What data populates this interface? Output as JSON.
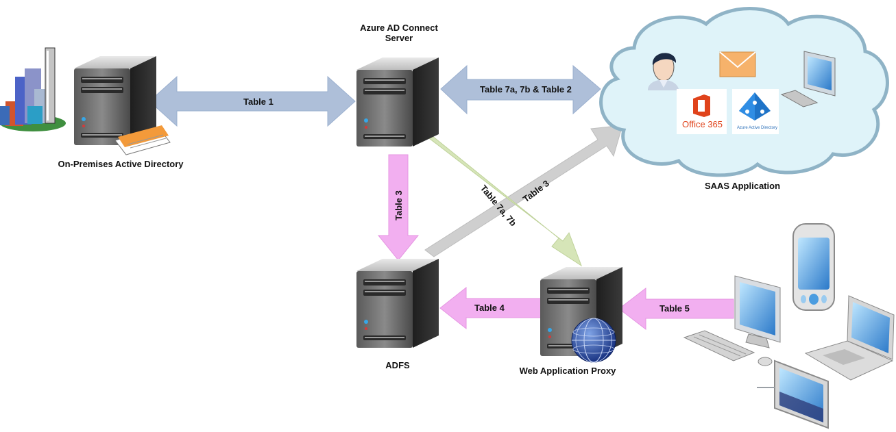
{
  "nodes": {
    "onprem_ad": "On-Premises Active Directory",
    "aad_connect_line1": "Azure AD Connect",
    "aad_connect_line2": "Server",
    "saas": "SAAS Application",
    "adfs": "ADFS",
    "wap": "Web Application Proxy"
  },
  "arrows": {
    "table1": "Table 1",
    "table7ab_2": "Table 7a, 7b & Table 2",
    "table3_down": "Table 3",
    "table7ab": "Table 7a, 7b",
    "table3_diag": "Table 3",
    "table4": "Table 4",
    "table5": "Table 5"
  },
  "cloud_apps": {
    "office365": "Office 365",
    "azure_ad": "Azure Active Directory"
  },
  "icons": [
    "building-icon",
    "server-icon",
    "documents-icon",
    "cloud-icon",
    "user-icon",
    "mail-icon",
    "monitor-icon",
    "office365-icon",
    "azure-ad-icon",
    "globe-icon",
    "phone-icon",
    "desktop-icon",
    "laptop-icon",
    "tablet-icon"
  ],
  "colors": {
    "blue_arrow": "#aebfd9",
    "pink_arrow": "#f2aff0",
    "green_arrow": "#d6e5b8",
    "gray_arrow": "#cfcfcf",
    "cloud_fill": "#dff3f9",
    "cloud_stroke": "#8fb3c6"
  }
}
